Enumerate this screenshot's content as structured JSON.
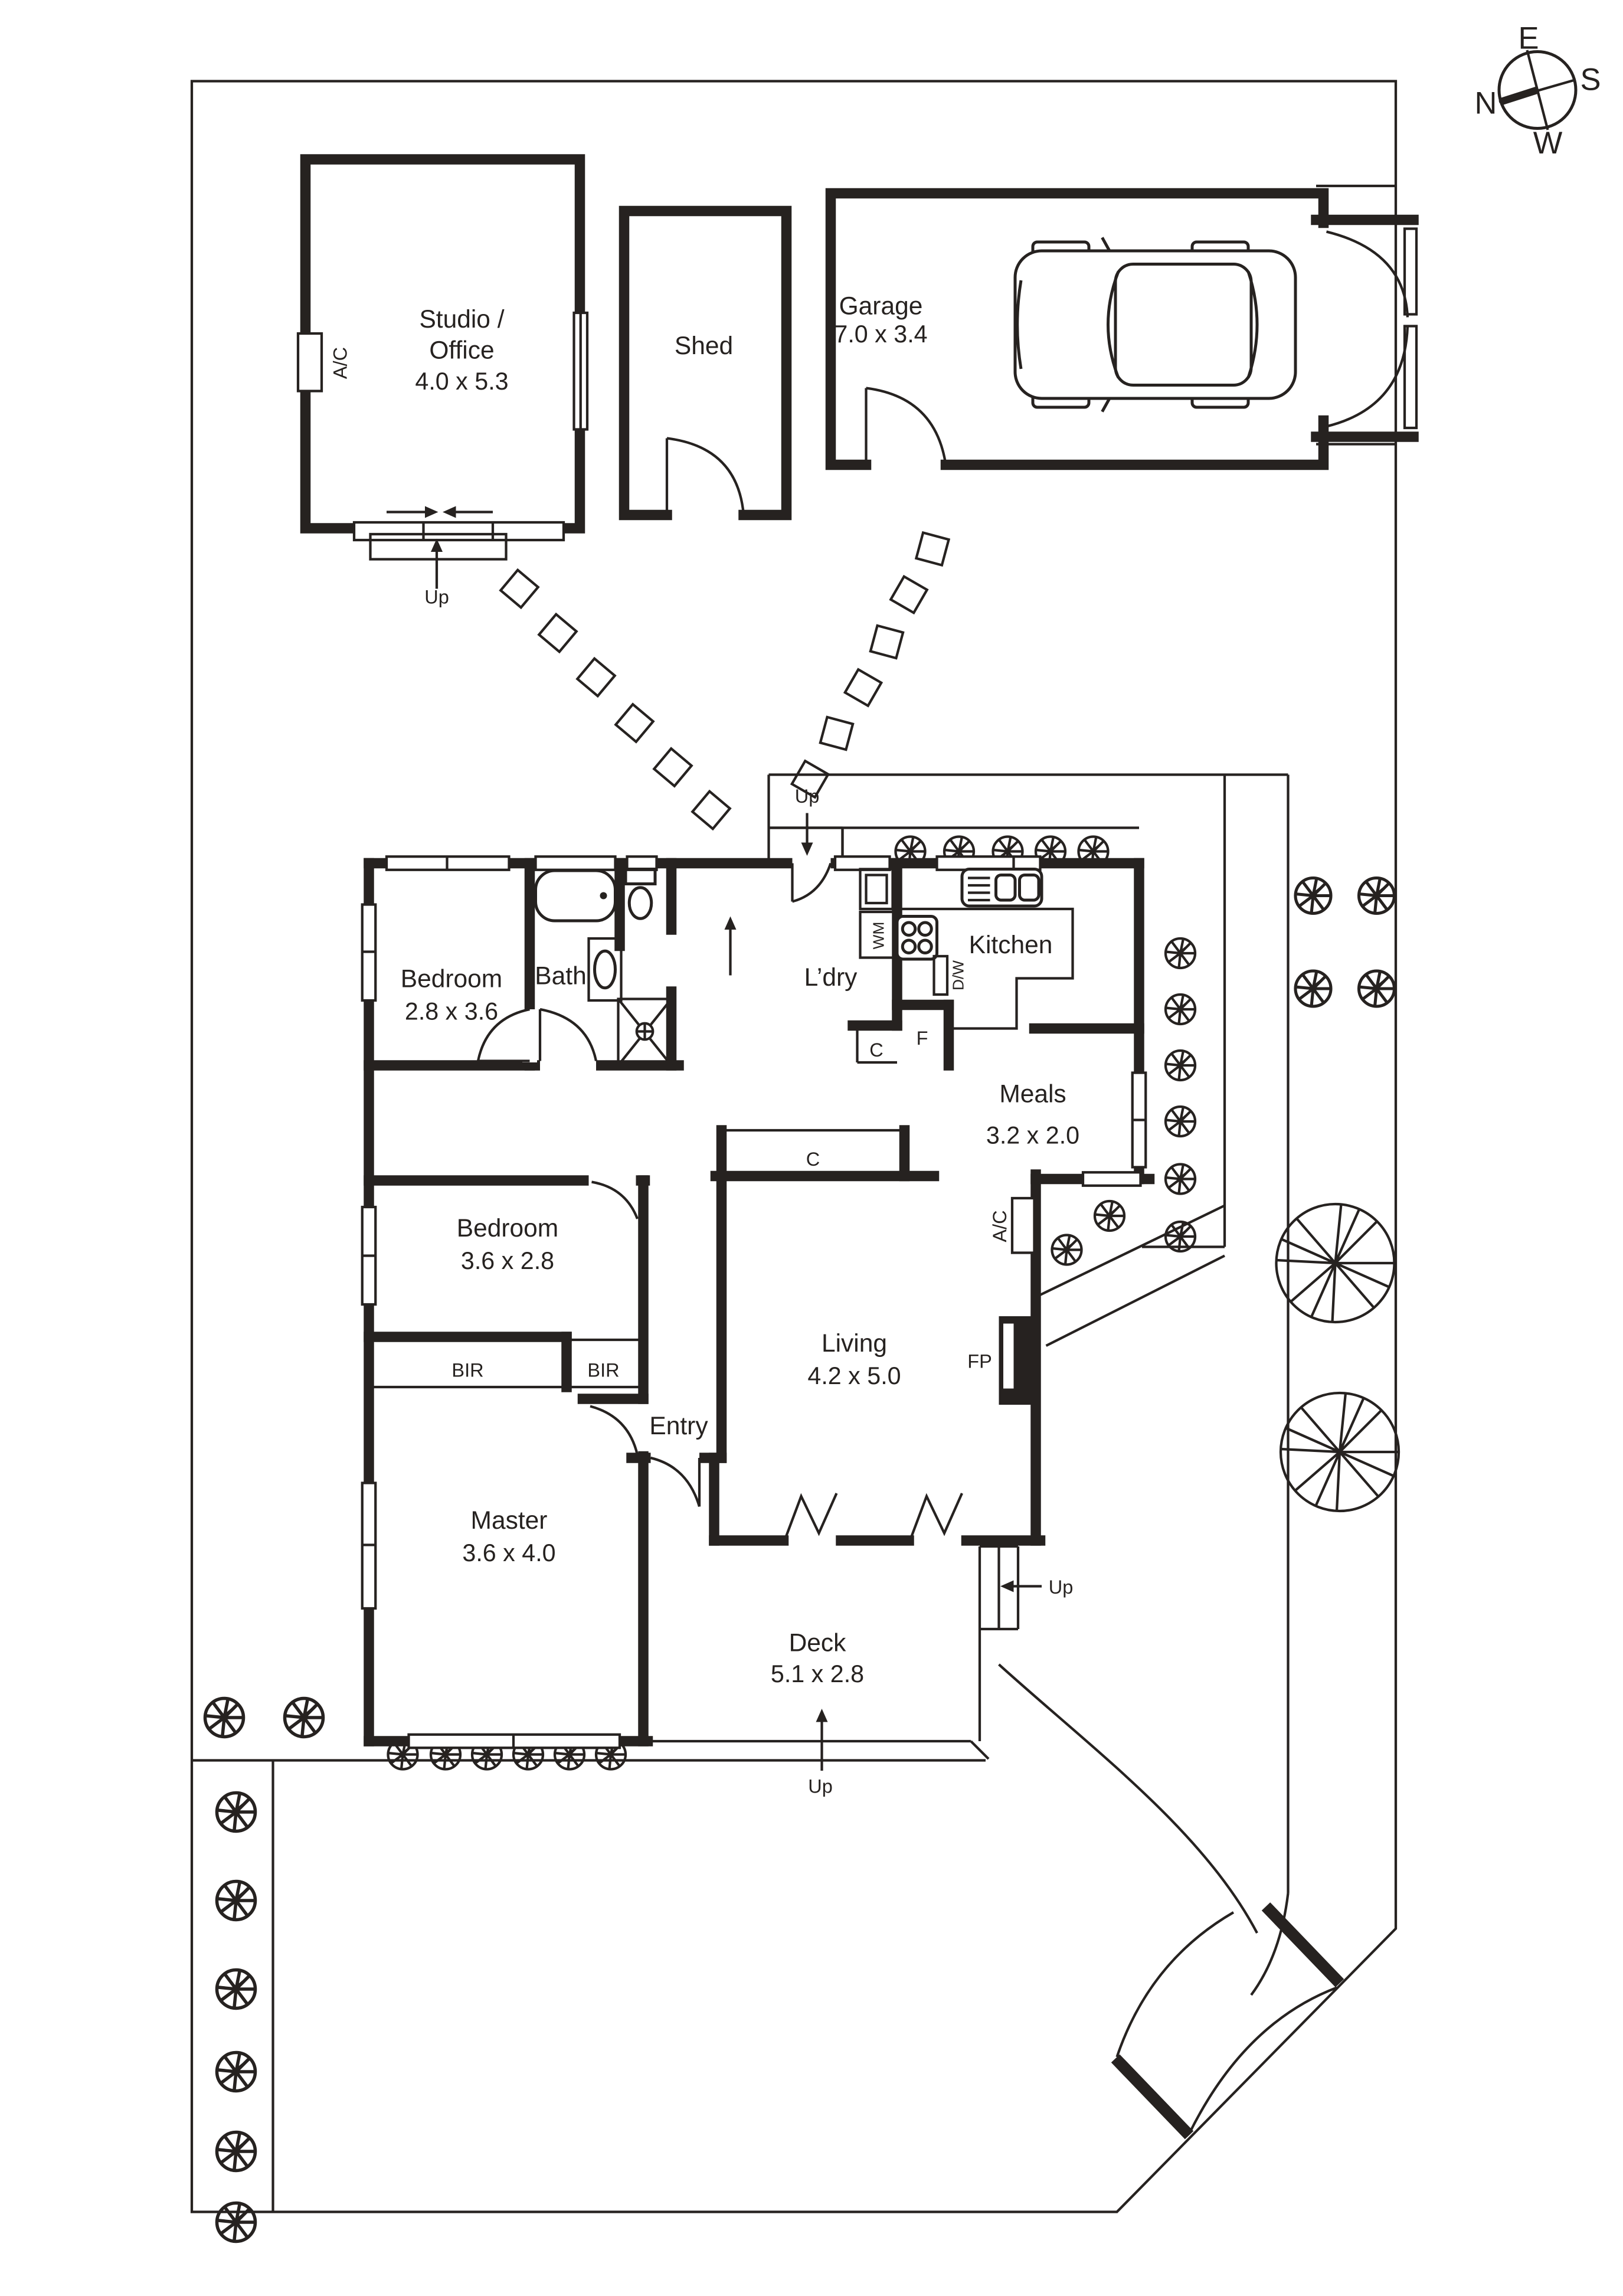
{
  "compass": {
    "east": "E",
    "south": "S",
    "west": "W",
    "north": "N"
  },
  "structures": {
    "studio": {
      "line1": "Studio /",
      "line2": "Office",
      "dims": "4.0 x 5.3",
      "ac_label": "A/C",
      "up_label": "Up"
    },
    "shed": {
      "name": "Shed"
    },
    "garage": {
      "name": "Garage",
      "dims": "7.0 x 3.4"
    }
  },
  "house": {
    "rear_porch": {
      "up_label": "Up"
    },
    "bedroom1": {
      "name": "Bedroom",
      "dims": "2.8 x 3.6"
    },
    "bath": {
      "name": "Bath"
    },
    "laundry": {
      "name": "L’dry",
      "wm_label": "WM",
      "dw_label": "D/W"
    },
    "kitchen": {
      "name": "Kitchen",
      "fridge_label": "F",
      "cupboard_label": "C"
    },
    "meals": {
      "name": "Meals",
      "dims": "3.2 x 2.0"
    },
    "hall_cupboard_label": "C",
    "bedroom2": {
      "name": "Bedroom",
      "dims": "3.6 x 2.8"
    },
    "living": {
      "name": "Living",
      "dims": "4.2 x 5.0",
      "fireplace_label": "FP",
      "ac_label": "A/C"
    },
    "robes": {
      "left": "BIR",
      "right": "BIR"
    },
    "entry": {
      "name": "Entry"
    },
    "master": {
      "name": "Master",
      "dims": "3.6 x 4.0"
    },
    "deck": {
      "name": "Deck",
      "dims": "5.1 x 2.8",
      "up_side_label": "Up",
      "up_front_label": "Up"
    }
  }
}
